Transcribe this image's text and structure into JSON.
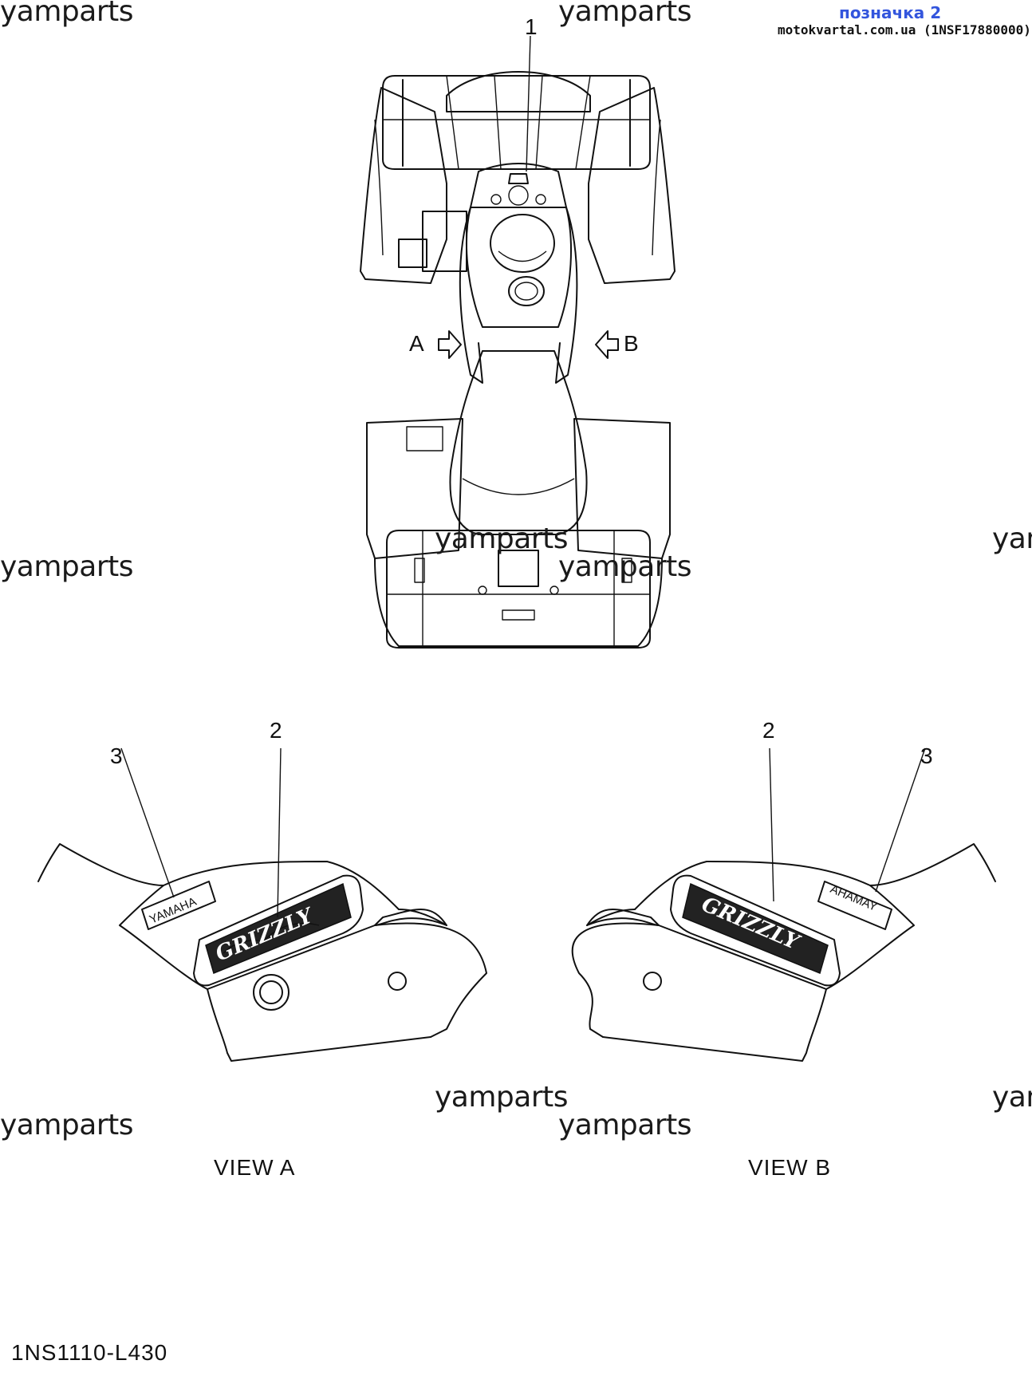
{
  "header": {
    "label": "позначка 2",
    "site": "motokvartal.com.ua (1NSF17880000)"
  },
  "watermark": "yamparts",
  "callouts": {
    "c1": "1",
    "c2a": "2",
    "c3a": "3",
    "c2b": "2",
    "c3b": "3"
  },
  "arrows": {
    "a": "A",
    "b": "B"
  },
  "views": {
    "a": "VIEW A",
    "b": "VIEW B"
  },
  "decals": {
    "brand_left": "YAMAHA",
    "brand_right": "AHAMAY"
  },
  "part_number": "1NS1110-L430"
}
